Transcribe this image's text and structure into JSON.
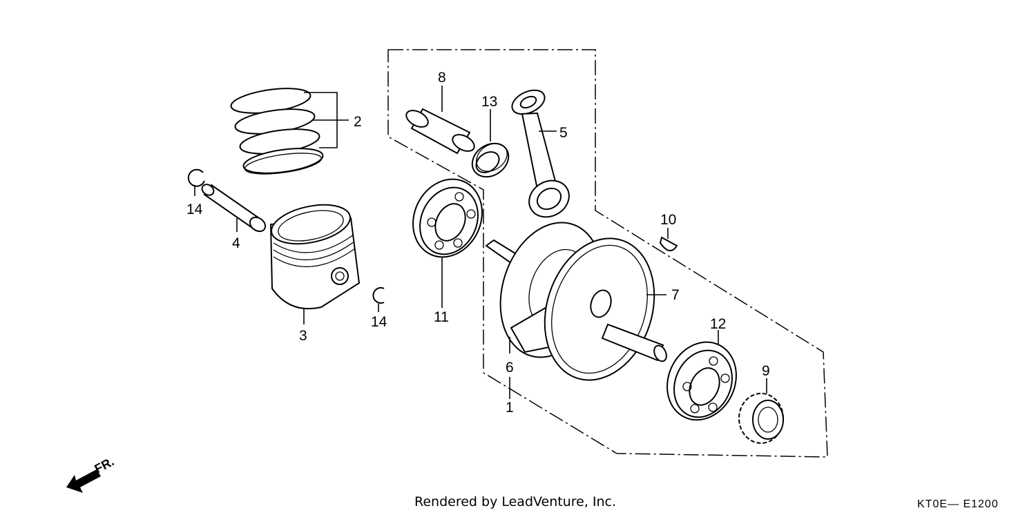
{
  "callouts": {
    "c1": "1",
    "c2": "2",
    "c3": "3",
    "c4": "4",
    "c5": "5",
    "c6": "6",
    "c7": "7",
    "c8": "8",
    "c9": "9",
    "c10": "10",
    "c11": "11",
    "c12": "12",
    "c13": "13",
    "c14a": "14",
    "c14b": "14"
  },
  "front_indicator": "FR.",
  "credit": "Rendered by LeadVenture, Inc.",
  "diagram_code": "KT0E— E1200"
}
